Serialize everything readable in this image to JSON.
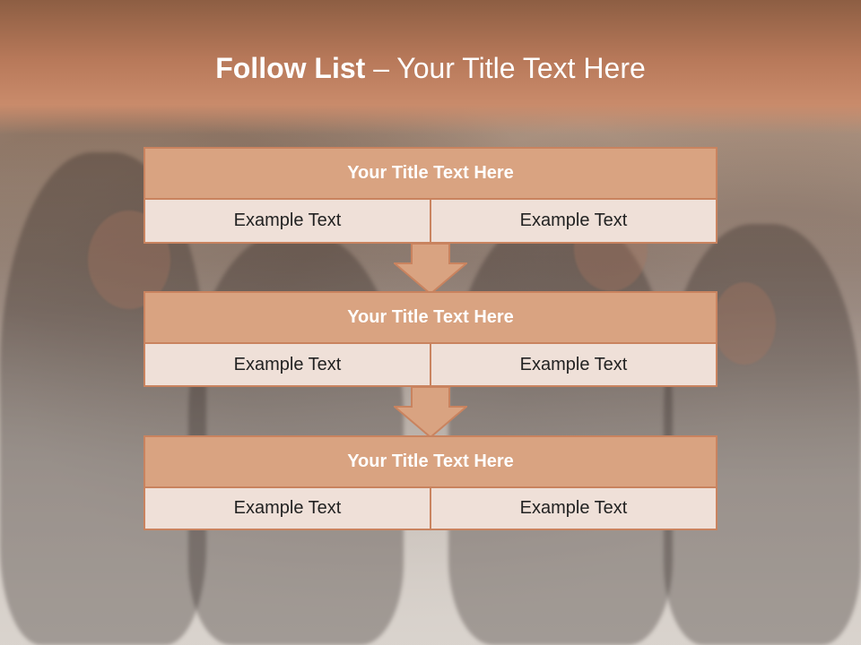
{
  "slide": {
    "title_bold": "Follow List",
    "title_normal": "– Your Title Text Here"
  },
  "steps": [
    {
      "title": "Your Title Text Here",
      "left_text": "Example Text",
      "right_text": "Example Text"
    },
    {
      "title": "Your Title Text Here",
      "left_text": "Example Text",
      "right_text": "Example Text"
    },
    {
      "title": "Your Title Text Here",
      "left_text": "Example Text",
      "right_text": "Example Text"
    }
  ],
  "colors": {
    "band_top": "#8d5e43",
    "box_title_fill": "#d9a381",
    "box_body_fill": "#efe0d8",
    "border": "#c9835f",
    "title_text": "#ffffff",
    "body_text": "#222222"
  },
  "icons": {
    "down_arrow": "down-arrow-icon"
  }
}
